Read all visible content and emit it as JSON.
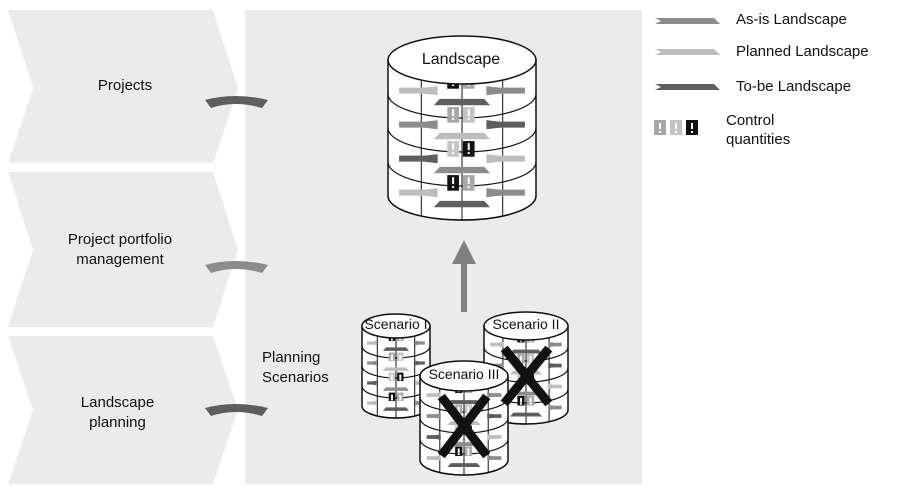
{
  "phases": [
    {
      "label": "Projects"
    },
    {
      "label": "Project portfolio management"
    },
    {
      "label": "Landscape planning"
    }
  ],
  "planning_label": "Planning Scenarios",
  "landscape": {
    "title": "Landscape"
  },
  "scenarios": [
    {
      "title": "Scenario I",
      "rejected": false
    },
    {
      "title": "Scenario II",
      "rejected": true
    },
    {
      "title": "Scenario III",
      "rejected": true
    }
  ],
  "legend": [
    {
      "label": "As-is Landscape",
      "icon": "as-is-arrow-icon",
      "color": "#8c8c8c"
    },
    {
      "label": "Planned Landscape",
      "icon": "planned-arrow-icon",
      "color": "#bdbdbd"
    },
    {
      "label": "To-be Landscape",
      "icon": "to-be-arrow-icon",
      "color": "#5e5e5e"
    },
    {
      "label": "Control quantities",
      "icon": "control-quantity-icon",
      "color": "#000000"
    }
  ],
  "colors": {
    "phase_fill": "#ebebeb",
    "panel_fill": "#ebebeb",
    "as_is": "#8c8c8c",
    "planned": "#bdbdbd",
    "to_be": "#5e5e5e",
    "arrow": "#808080"
  }
}
